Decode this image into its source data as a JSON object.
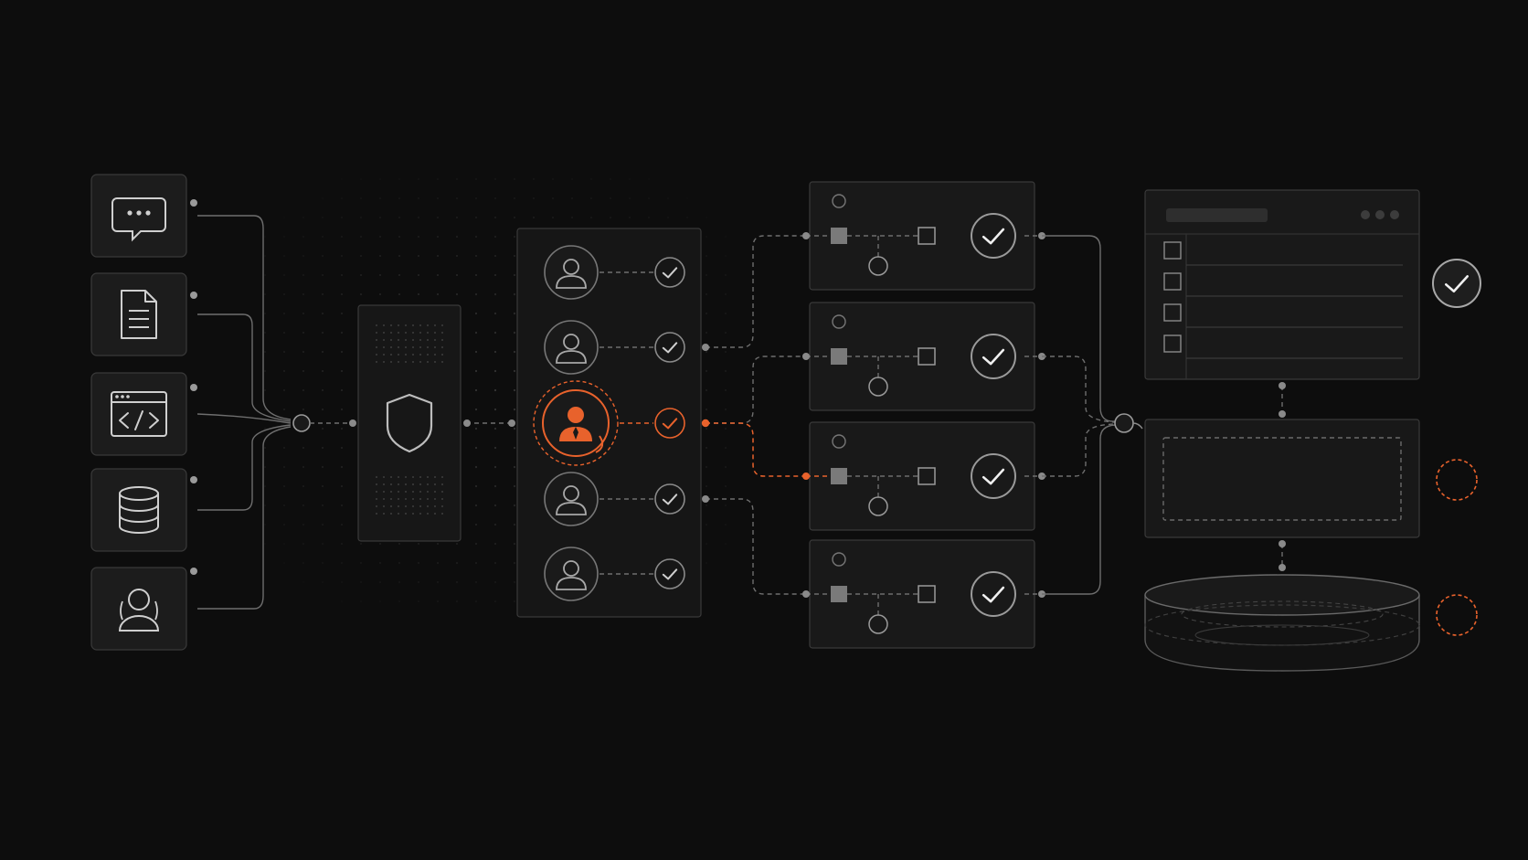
{
  "theme": {
    "background": "#0d0d0d",
    "panel_fill": "#1c1c1c",
    "panel_stroke": "#3a3a3a",
    "line": "#6e6e6e",
    "icon": "#cfcfcf",
    "muted": "#8a8a8a",
    "accent": "#e8622c",
    "check_ring": "#bdbdbd"
  },
  "sources": [
    {
      "id": "chat",
      "icon": "chat-bubble-icon"
    },
    {
      "id": "document",
      "icon": "document-icon"
    },
    {
      "id": "code",
      "icon": "code-window-icon"
    },
    {
      "id": "database",
      "icon": "database-icon"
    },
    {
      "id": "user",
      "icon": "user-profile-icon"
    }
  ],
  "gateway": {
    "icon": "shield-icon"
  },
  "agents": [
    {
      "id": "agent-1",
      "icon": "user-icon",
      "status": "checked",
      "highlighted": false
    },
    {
      "id": "agent-2",
      "icon": "user-icon",
      "status": "checked",
      "highlighted": false
    },
    {
      "id": "agent-3",
      "icon": "user-tie-icon",
      "status": "checked",
      "highlighted": true
    },
    {
      "id": "agent-4",
      "icon": "user-icon",
      "status": "checked",
      "highlighted": false
    },
    {
      "id": "agent-5",
      "icon": "user-icon",
      "status": "checked",
      "highlighted": false
    }
  ],
  "tasks": [
    {
      "id": "task-1",
      "status": "checked",
      "highlighted": false
    },
    {
      "id": "task-2",
      "status": "checked",
      "highlighted": false
    },
    {
      "id": "task-3",
      "status": "checked",
      "highlighted": true
    },
    {
      "id": "task-4",
      "status": "checked",
      "highlighted": false
    }
  ],
  "outputs": {
    "checklist_rows": 4,
    "window_dots": 3,
    "statuses": [
      {
        "id": "checklist-status",
        "state": "complete"
      },
      {
        "id": "staging-status",
        "state": "pending"
      },
      {
        "id": "storage-status",
        "state": "pending"
      }
    ]
  }
}
